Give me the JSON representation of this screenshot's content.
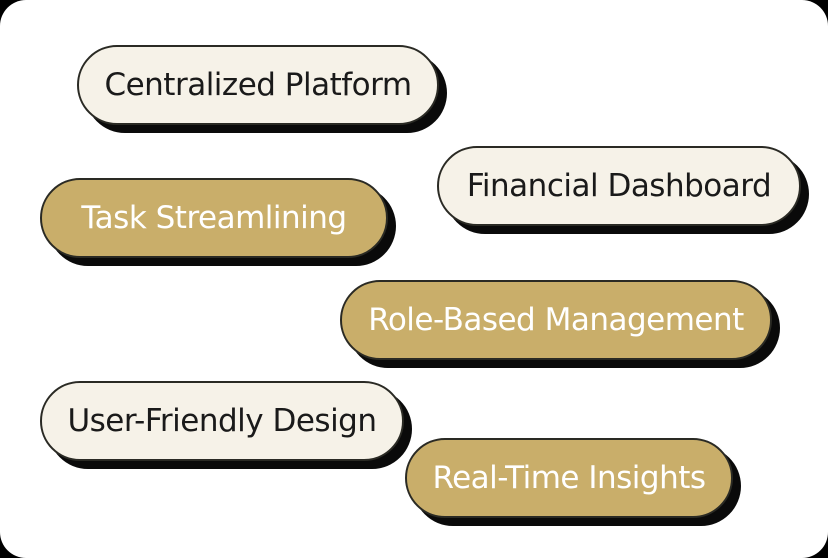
{
  "colors": {
    "card_background": "#ffffff",
    "light_pill": "#f6f2e8",
    "gold_pill": "#c9ae6a",
    "shadow": "#0a0a0a",
    "outline": "#2a2a24"
  },
  "pills": [
    {
      "label": "Centralized Platform",
      "style": "light"
    },
    {
      "label": "Financial Dashboard",
      "style": "light"
    },
    {
      "label": "Task Streamlining",
      "style": "gold"
    },
    {
      "label": "Role-Based Management",
      "style": "gold"
    },
    {
      "label": "User-Friendly Design",
      "style": "light"
    },
    {
      "label": "Real-Time Insights",
      "style": "gold"
    }
  ]
}
